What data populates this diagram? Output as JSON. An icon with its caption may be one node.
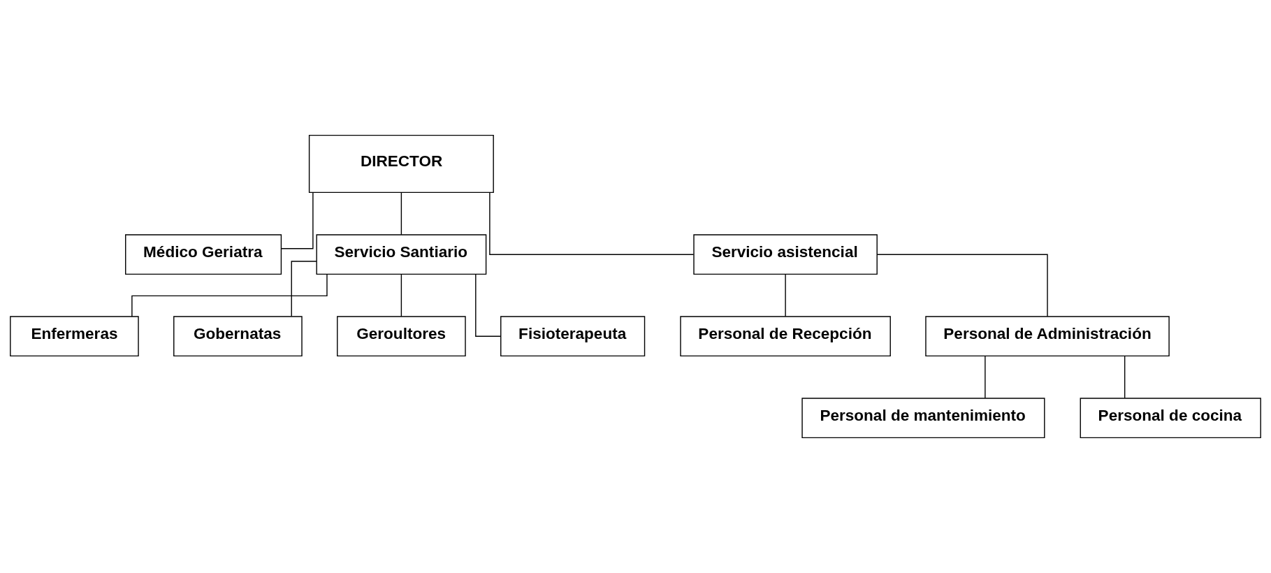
{
  "diagram": {
    "nodes": [
      {
        "text": [
          "DIRECTOR"
        ]
      },
      {
        "text": [
          "Médico Geriatra"
        ]
      },
      {
        "text": [
          "Servicio Santiario"
        ]
      },
      {
        "text": [
          "Servicio asistencial"
        ]
      },
      {
        "text": [
          "Enfermeras"
        ]
      },
      {
        "text": [
          "Gobernatas"
        ]
      },
      {
        "text": [
          "Geroultores"
        ]
      },
      {
        "text": [
          "Fisioterapeuta"
        ]
      },
      {
        "text": [
          "Personal de Recepción"
        ]
      },
      {
        "text": [
          "Personal de Administración"
        ]
      },
      {
        "text": [
          "Personal de mantenimiento"
        ]
      },
      {
        "text": [
          "Personal de cocina"
        ]
      }
    ],
    "edges": [
      {
        "from": 0,
        "to": 1,
        "arrow": "none"
      },
      {
        "from": 0,
        "to": 2,
        "arrow": "none"
      },
      {
        "from": 0,
        "to": 3,
        "arrow": "none"
      },
      {
        "from": 2,
        "to": 4,
        "arrow": "none"
      },
      {
        "from": 2,
        "to": 5,
        "arrow": "none"
      },
      {
        "from": 2,
        "to": 6,
        "arrow": "none"
      },
      {
        "from": 2,
        "to": 7,
        "arrow": "none"
      },
      {
        "from": 3,
        "to": 8,
        "arrow": "none"
      },
      {
        "from": 3,
        "to": 9,
        "arrow": "none"
      },
      {
        "from": 9,
        "to": 10,
        "arrow": "none"
      },
      {
        "from": 9,
        "to": 11,
        "arrow": "none"
      }
    ]
  }
}
